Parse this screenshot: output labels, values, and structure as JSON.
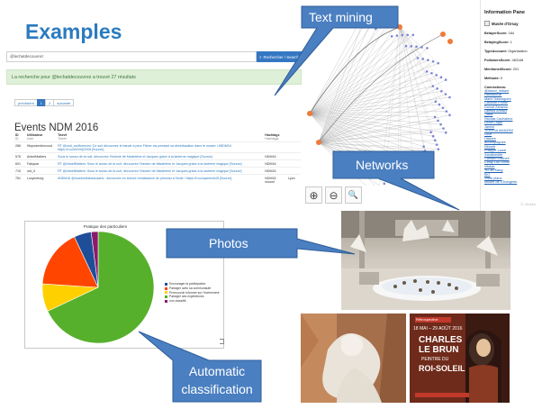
{
  "examples": {
    "title": "Examples",
    "search_value": "@lechatdecouvrez",
    "search_button_label": "Rechercher / Search",
    "result_message": "La recherche pour @lechatdecouvrez a trouvé 27 résultats",
    "pager": {
      "prev": "précédent",
      "pages": [
        "1",
        "2"
      ],
      "next": "suivante",
      "active": "1"
    }
  },
  "events": {
    "title": "Events NDM 2016",
    "columns": [
      {
        "label": "ID",
        "sub": "ID"
      },
      {
        "label": "Utilisateur",
        "sub": "User"
      },
      {
        "label": "Tweet",
        "sub": "Tweet"
      },
      {
        "label": "Hashtags",
        "sub": "Hashtags"
      },
      {
        "label": "",
        "sub": ""
      }
    ],
    "rows": [
      {
        "id": "286",
        "user": "Hlopnamdirecoud",
        "tweet": "RT @visit_confluences: Ce soir découvrez le bande à peur Fisher via pendant sa désinfusation dans le musée ! #NDM16 https://t.co/t42VhjG9X8 [Source]",
        "hashtags": "",
        "place": ""
      },
      {
        "id": "576",
        "user": "ArtsetMatters",
        "tweet": "Sous le sceau de la nuit, découvrez l'histoire de Madeleine et Jacques grâce à la lanterne magique [Source]",
        "hashtags": "NDM16",
        "place": ""
      },
      {
        "id": "601",
        "user": "Fabquar",
        "tweet": "RT @ArtsetMatters: Sous le sceau de la nuit, découvrez l'histoire de Madeleine et Jacques grâce à la lanterne magique [Source]",
        "hashtags": "NDM16",
        "place": ""
      },
      {
        "id": "715",
        "user": "ord_it",
        "tweet": "RT @ArtsetMatters: Sous le sceau de la nuit, découvrez l'histoire de Madeleine et Jacques grâce à la lanterne magique [Source]",
        "hashtags": "NDM16",
        "place": ""
      },
      {
        "id": "781",
        "user": "Lucymelorg",
        "tweet": "#NDM16 @museedesbeauxarts : découvrez en lecture renaissance du pinceau à l'huile ! https://t.co/zqarme4c0f [Source]",
        "hashtags": "NDM16 museé",
        "place": "Lyon"
      }
    ]
  },
  "network": {
    "zoom_in": "⊕",
    "zoom_out": "⊖",
    "zoom_reset": "🔍"
  },
  "info_pane": {
    "title": "Information Pane",
    "name": "Musée d'Orsay",
    "stats": [
      {
        "label": "BelayerScore:",
        "value": "184"
      },
      {
        "label": "BelayingScore:",
        "value": "1"
      },
      {
        "label": "TypeAccount:",
        "value": "Organisation"
      },
      {
        "label": "FollowersScore:",
        "value": "463148"
      },
      {
        "label": "MentionedScore:",
        "value": "201"
      },
      {
        "label": "Méthode:",
        "value": "0"
      }
    ],
    "connections_label": "Connections:",
    "connections": [
      "@mezzi_mibact",
      "HandsAKar",
      "Marie Dasseguire",
      "Caroline Frontz",
      "Dorval Zarazou",
      "Laetitia Artifact",
      "_stud",
      "Nicolas Cachaleux",
      "Lucia Coppi",
      "Janesi",
      "TERESA MANZINI",
      "Luce",
      "Histoire",
      "accompagnés",
      "Ninoufr",
      "Philippe Lamé",
      "Xandermilte",
      "Camard Mitchell",
      "Cindy Lou Smith",
      "Vitaldo",
      "Yu-Jin Kang",
      "BiO",
      "Visite plans",
      "Musée de l'Orangerie"
    ],
    "watermark": "Ⓒ Musée"
  },
  "chart_data": {
    "type": "pie",
    "title": "Pratique des particuliers",
    "series": [
      {
        "name": "Encourager la participation",
        "value": 5,
        "color": "#1f4e99"
      },
      {
        "name": "Partager avec sa communauté",
        "value": 17,
        "color": "#ff4500"
      },
      {
        "name": "Promouvoir informer sur l'événement",
        "value": 8,
        "color": "#ffd000"
      },
      {
        "name": "Partager ses expériences",
        "value": 68,
        "color": "#56b02b"
      },
      {
        "name": "non classifié",
        "value": 2,
        "color": "#8b1a6b"
      }
    ],
    "legend_position": "right"
  },
  "callouts": {
    "text_mining": "Text mining",
    "networks": "Networks",
    "photos": "Photos",
    "automatic_classification_line1": "Automatic",
    "automatic_classification_line2": "classification"
  },
  "photos": {
    "poster_line1": "Rétrospective",
    "poster_line2": "CHARLES",
    "poster_line3": "LE BRUN",
    "poster_line4": "PEINTRE DU",
    "poster_line5": "ROI-SOLEIL",
    "poster_dates": "18 MAI – 29 AOÛT 2016"
  },
  "colors": {
    "accent": "#2b7bbf",
    "callout_fill": "#4a7fc1",
    "callout_stroke": "#2e5d99"
  }
}
